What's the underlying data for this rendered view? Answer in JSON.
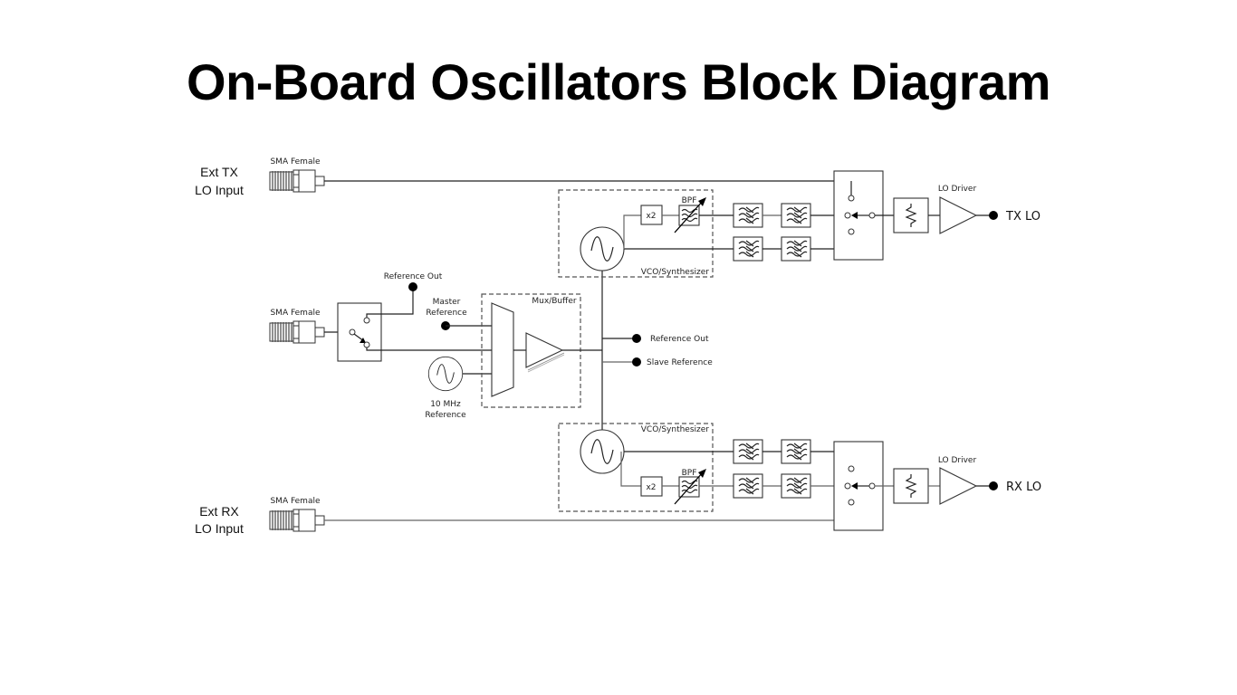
{
  "title": "On-Board Oscillators  Block Diagram",
  "inputs": {
    "ext_tx": {
      "line1": "Ext TX",
      "line2": "LO Input",
      "connector": "SMA Female"
    },
    "ref_in": {
      "connector": "SMA Female"
    },
    "ext_rx": {
      "line1": "Ext RX",
      "line2": "LO Input",
      "connector": "SMA Female"
    }
  },
  "reference": {
    "reference_out_top": "Reference Out",
    "master_line1": "Master",
    "master_line2": "Reference",
    "osc_line1": "10 MHz",
    "osc_line2": "Reference",
    "mux_buffer": "Mux/Buffer",
    "reference_out": "Reference Out",
    "slave_reference": "Slave Reference"
  },
  "tx_chain": {
    "vco_label": "VCO/Synthesizer",
    "doubler": "x2",
    "bpf": "BPF",
    "driver": "LO Driver",
    "output": "TX LO"
  },
  "rx_chain": {
    "vco_label": "VCO/Synthesizer",
    "doubler": "x2",
    "bpf": "BPF",
    "driver": "LO Driver",
    "output": "RX LO"
  }
}
